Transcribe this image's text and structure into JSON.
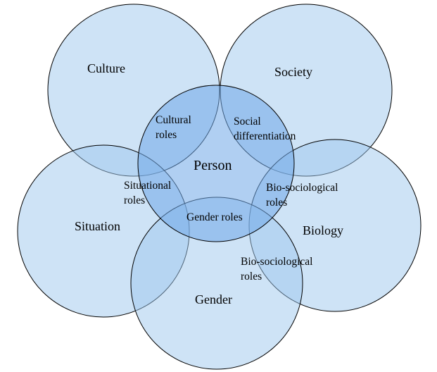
{
  "diagram": {
    "circles": {
      "culture": "Culture",
      "society": "Society",
      "situation": "Situation",
      "biology": "Biology",
      "gender": "Gender",
      "person": "Person"
    },
    "overlaps": {
      "cultural_roles": [
        "Cultural",
        "roles"
      ],
      "social_differentiation": [
        "Social",
        "differentiation"
      ],
      "situational_roles": [
        "Situational",
        "roles"
      ],
      "bio_sociological_roles_upper": [
        "Bio-sociological",
        "roles"
      ],
      "gender_roles": "Gender roles",
      "bio_sociological_roles_lower": [
        "Bio-sociological",
        "roles"
      ]
    },
    "colors": {
      "outer_fill": "#9ec7ee",
      "center_fill": "#6fa8e8",
      "stroke": "#000000"
    }
  }
}
